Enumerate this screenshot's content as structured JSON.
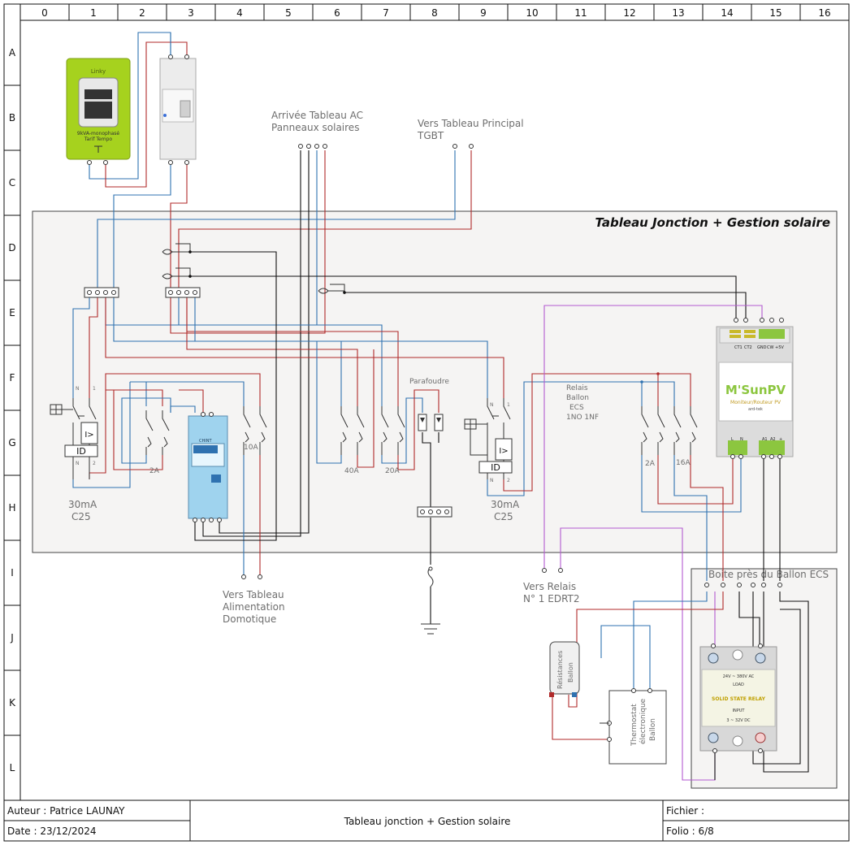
{
  "grid": {
    "columns": [
      "0",
      "1",
      "2",
      "3",
      "4",
      "5",
      "6",
      "7",
      "8",
      "9",
      "10",
      "11",
      "12",
      "13",
      "14",
      "15",
      "16"
    ],
    "rows": [
      "A",
      "B",
      "C",
      "D",
      "E",
      "F",
      "G",
      "H",
      "I",
      "J",
      "K",
      "L"
    ]
  },
  "enclosures": {
    "main_title": "Tableau Jonction + Gestion solaire",
    "ecs_box_title": "Boite près du Ballon ECS"
  },
  "devices": {
    "linky_brand": "Linky",
    "linky_caption_1": "9kVA-monophasé",
    "linky_caption_2": "Tarif Tempo",
    "msunpv_logo": "M'SunPV",
    "msunpv_sub_1": "Moniteur/Routeur PV",
    "msunpv_sub_2": "ard-tek",
    "msunpv_top_terms": [
      "CT1",
      "CT2",
      "GND",
      "CW",
      "+5V"
    ],
    "msunpv_bot_terms": [
      "L",
      "N",
      "A1",
      "A2",
      "+"
    ],
    "ssr_title": "SOLID STATE RELAY",
    "ssr_load": "LOAD",
    "ssr_input": "INPUT",
    "ssr_voltage": "24V ~ 380V AC",
    "ssr_dc": "3 ~ 32V DC",
    "meter_brand": "CHINT"
  },
  "labels": {
    "arrivee_1": "Arrivée Tableau AC",
    "arrivee_2": "Panneaux solaires",
    "vers_tgbt_1": "Vers Tableau Principal",
    "vers_tgbt_2": "TGBT",
    "diff1_rating_1": "30mA",
    "diff1_rating_2": "C25",
    "diff2_rating_1": "30mA",
    "diff2_rating_2": "C25",
    "id_text": "ID",
    "ov_text": "I>",
    "cb_2a_left": "2A",
    "cb_10a": "10A",
    "cb_40a": "40A",
    "cb_20a": "20A",
    "cb_2a_right": "2A",
    "cb_16a": "16A",
    "parafoudre": "Parafoudre",
    "relais_1": "Relais",
    "relais_2": "Ballon",
    "relais_3": "ECS",
    "relais_4": "1NO 1NF",
    "domotique_1": "Vers Tableau",
    "domotique_2": "Alimentation",
    "domotique_3": "Domotique",
    "vers_relais_1": "Vers Relais",
    "vers_relais_2": "N° 1 EDRT2",
    "resistances_1": "Résistances",
    "resistances_2": "Ballon",
    "thermostat_1": "Thermostat",
    "thermostat_2": "électronique",
    "thermostat_3": "Ballon",
    "n_mark": "N",
    "one_mark": "1",
    "two_mark": "2"
  },
  "title_block": {
    "author": "Auteur : Patrice LAUNAY",
    "date": "Date : 23/12/2024",
    "title": "Tableau jonction + Gestion solaire",
    "file": "Fichier :",
    "folio": "Folio : 6/8"
  },
  "colors": {
    "phase": "#b02a2a",
    "neutral": "#2f72b0",
    "control": "#111111",
    "signal": "#b35ad0",
    "linky": "#a6d21e",
    "msunpv_green": "#8cc63f"
  }
}
